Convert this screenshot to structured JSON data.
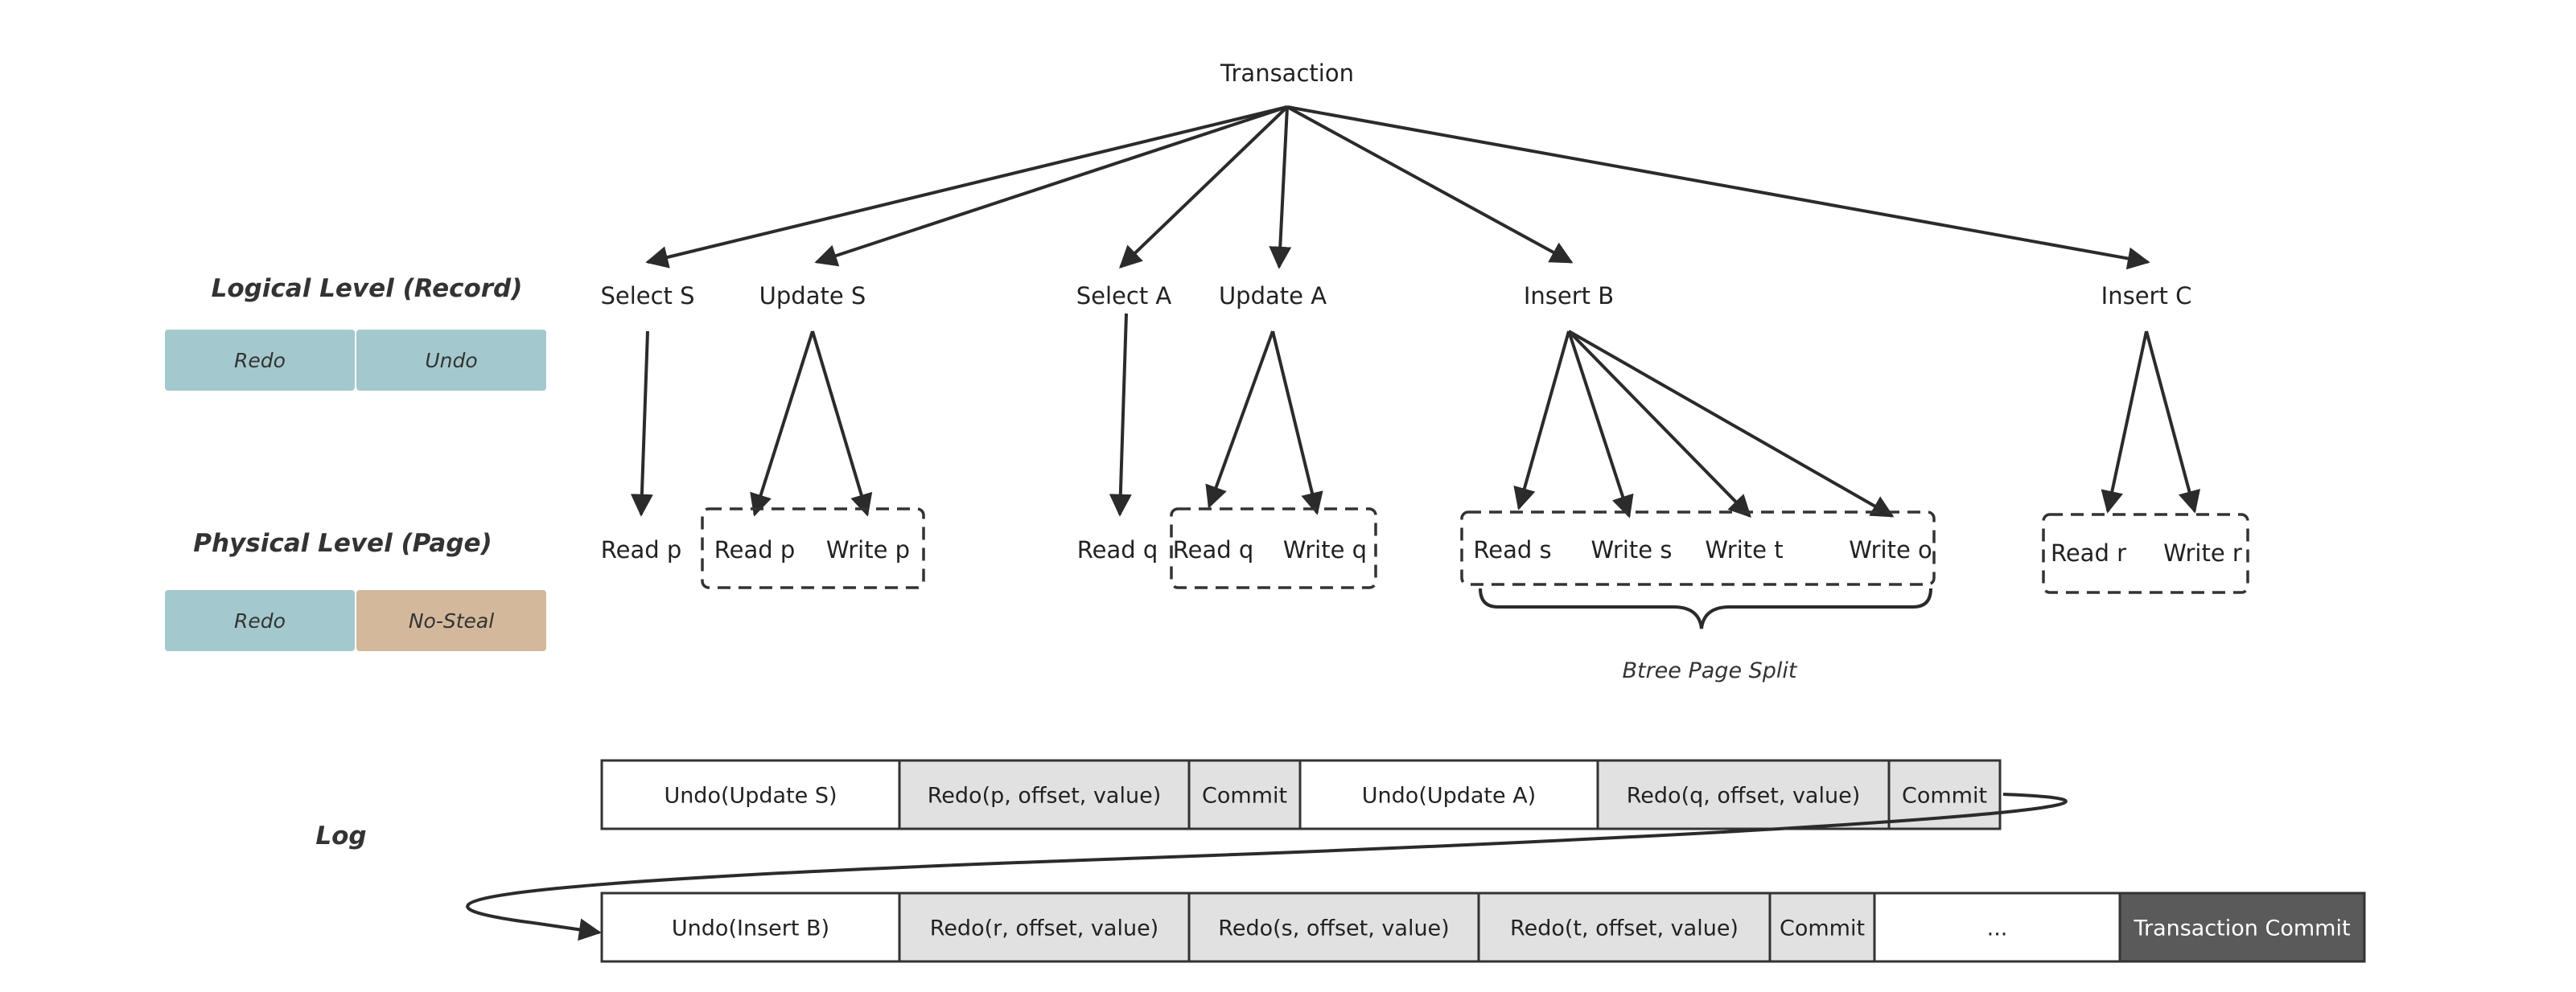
{
  "diagram": {
    "root": "Transaction",
    "levels": {
      "logical": "Logical Level (Record)",
      "physical": "Physical Level (Page)",
      "log": "Log"
    },
    "logical_badges": [
      {
        "text": "Redo",
        "color": "#a3c9ce"
      },
      {
        "text": "Undo",
        "color": "#a3c9ce"
      }
    ],
    "physical_badges": [
      {
        "text": "Redo",
        "color": "#a3c9ce"
      },
      {
        "text": "No-Steal",
        "color": "#d3b89c"
      }
    ],
    "operations": [
      "Select S",
      "Update S",
      "Select A",
      "Update A",
      "Insert B",
      "Insert C"
    ],
    "physical_ops": {
      "select_s": "Read p",
      "update_s": [
        "Read p",
        "Write p"
      ],
      "select_a": "Read q",
      "update_a": [
        "Read q",
        "Write q"
      ],
      "insert_b": [
        "Read s",
        "Write s",
        "Write t",
        "Write o"
      ],
      "insert_c": [
        "Read r",
        "Write r"
      ]
    },
    "brace_label": "Btree Page Split",
    "log_row1": [
      {
        "text": "Undo(Update S)",
        "fill": "#ffffff"
      },
      {
        "text": "Redo(p, offset, value)",
        "fill": "#e1e1e1"
      },
      {
        "text": "Commit",
        "fill": "#e1e1e1"
      },
      {
        "text": "Undo(Update A)",
        "fill": "#ffffff"
      },
      {
        "text": "Redo(q, offset, value)",
        "fill": "#e1e1e1"
      },
      {
        "text": "Commit",
        "fill": "#e1e1e1"
      }
    ],
    "log_row2": [
      {
        "text": "Undo(Insert B)",
        "fill": "#ffffff"
      },
      {
        "text": "Redo(r, offset, value)",
        "fill": "#e1e1e1"
      },
      {
        "text": "Redo(s, offset, value)",
        "fill": "#e1e1e1"
      },
      {
        "text": "Redo(t, offset, value)",
        "fill": "#e1e1e1"
      },
      {
        "text": "Commit",
        "fill": "#e1e1e1"
      },
      {
        "text": "...",
        "fill": "#ffffff"
      },
      {
        "text": "Transaction Commit",
        "fill": "#5a5a5a"
      }
    ]
  }
}
